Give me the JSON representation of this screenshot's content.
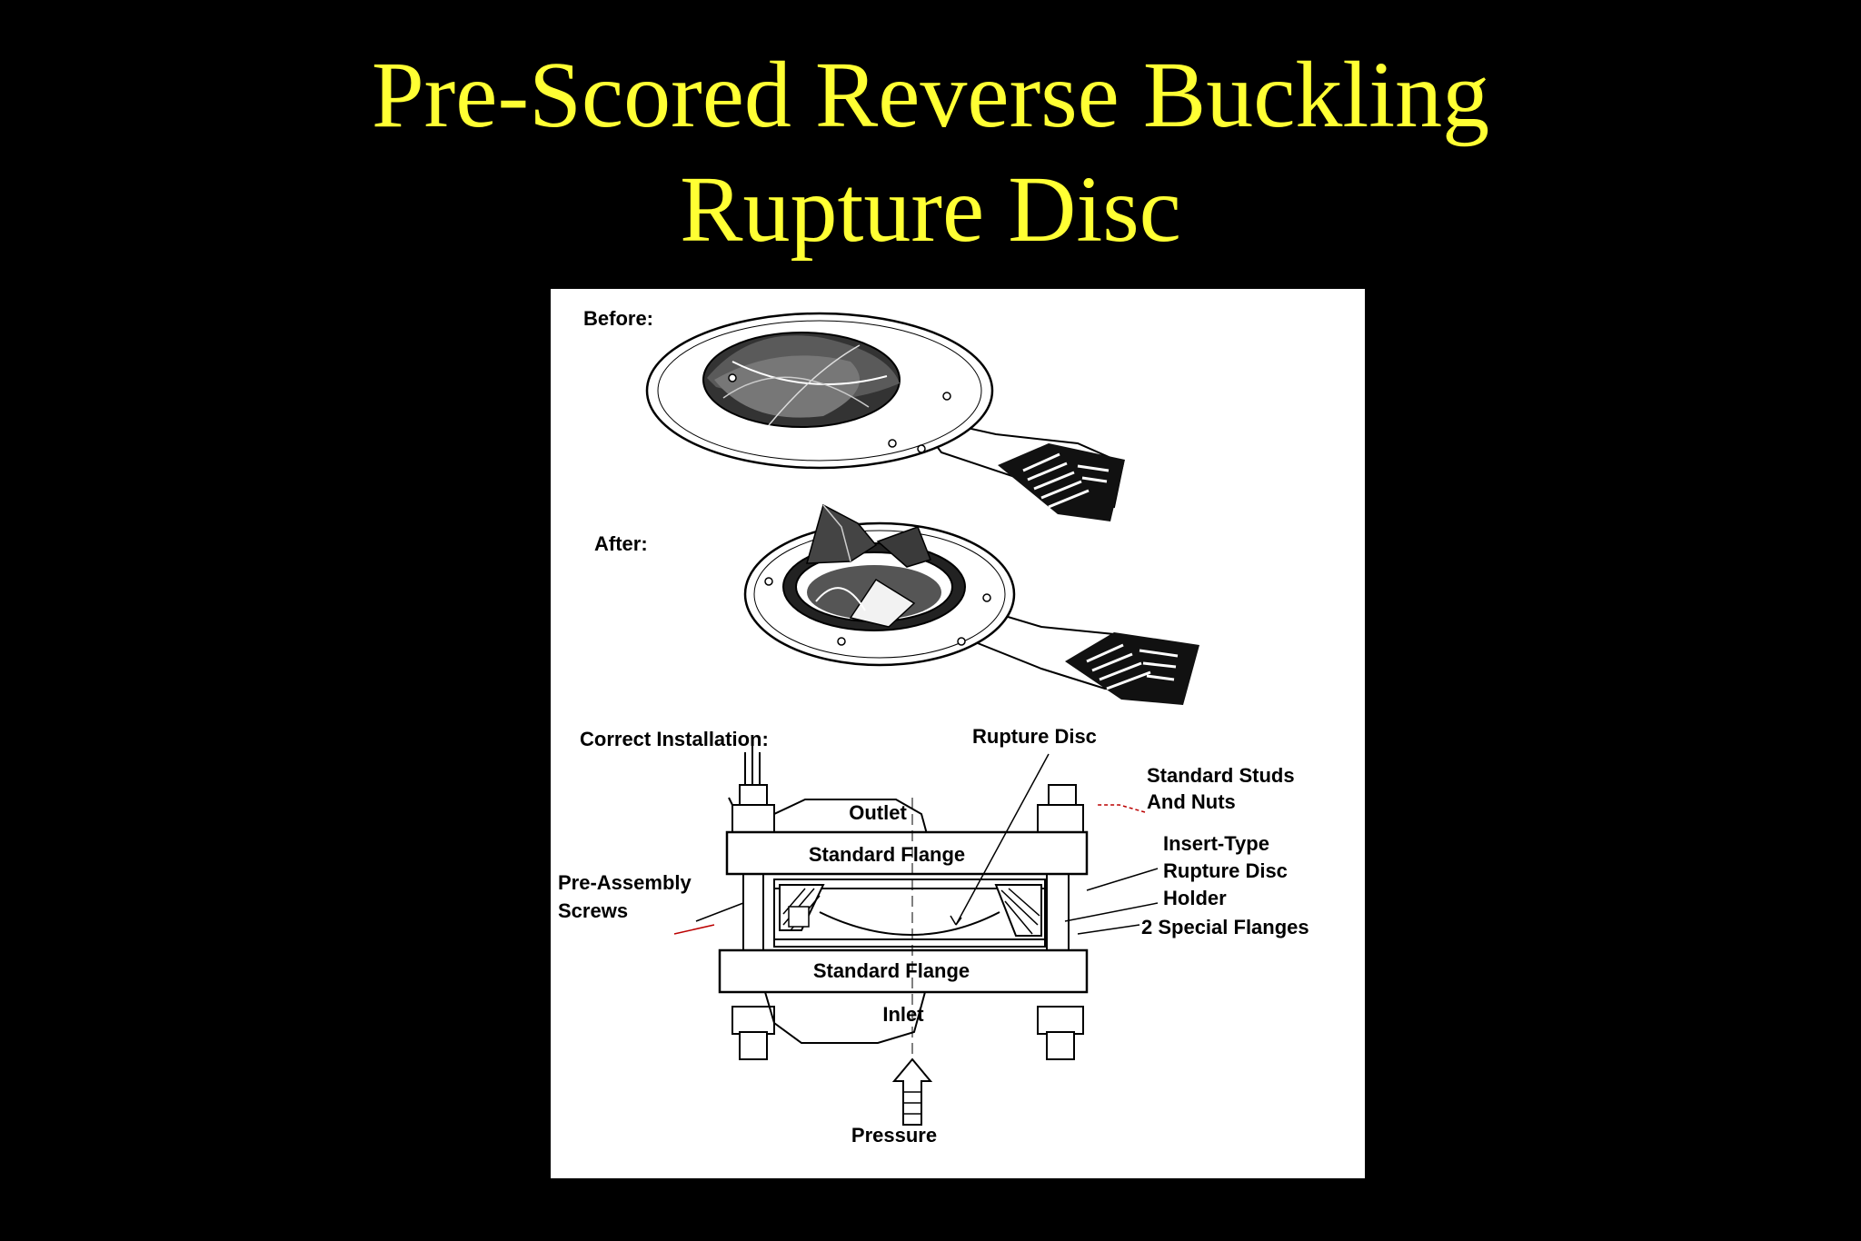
{
  "slide": {
    "title_line1": "Pre-Scored Reverse Buckling",
    "title_line2": "Rupture Disc",
    "colors": {
      "background": "#000000",
      "title": "#ffff33",
      "figure_bg": "#ffffff"
    }
  },
  "figure": {
    "before_label": "Before:",
    "after_label": "After:",
    "installation_label": "Correct Installation:",
    "callouts": {
      "rupture_disc": "Rupture Disc",
      "studs_line1": "Standard Studs",
      "studs_line2": "And Nuts",
      "outlet": "Outlet",
      "standard_flange_top": "Standard Flange",
      "insert_line1": "Insert-Type",
      "insert_line2": "Rupture Disc",
      "insert_line3": "Holder",
      "special_flanges": "2 Special Flanges",
      "screws_line1": "Pre-Assembly",
      "screws_line2": "Screws",
      "standard_flange_bottom": "Standard Flange",
      "inlet": "Inlet",
      "pressure": "Pressure"
    }
  }
}
